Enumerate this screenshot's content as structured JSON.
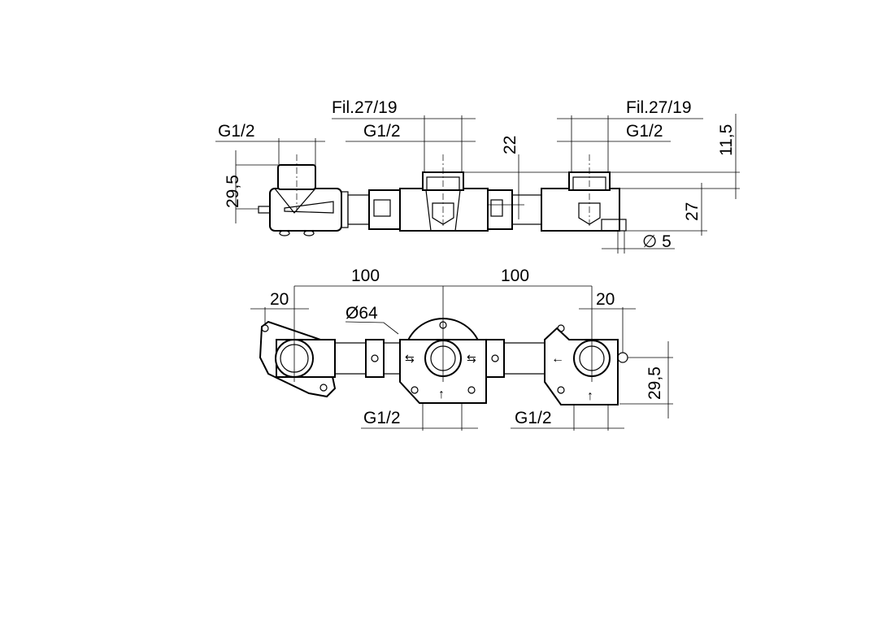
{
  "top_view": {
    "left_thread": "G1/2",
    "left_height": "29,5",
    "center_fil": "Fil.27/19",
    "center_thread": "G1/2",
    "center_height": "22",
    "right_fil": "Fil.27/19",
    "right_thread": "G1/2",
    "right_top": "11,5",
    "right_height": "27",
    "hole_diameter": "∅ 5"
  },
  "bottom_view": {
    "spacing_left": "100",
    "spacing_right": "100",
    "offset_left": "20",
    "offset_right": "20",
    "plate_diameter": "Ø64",
    "center_thread": "G1/2",
    "right_thread": "G1/2",
    "right_height": "29,5"
  }
}
